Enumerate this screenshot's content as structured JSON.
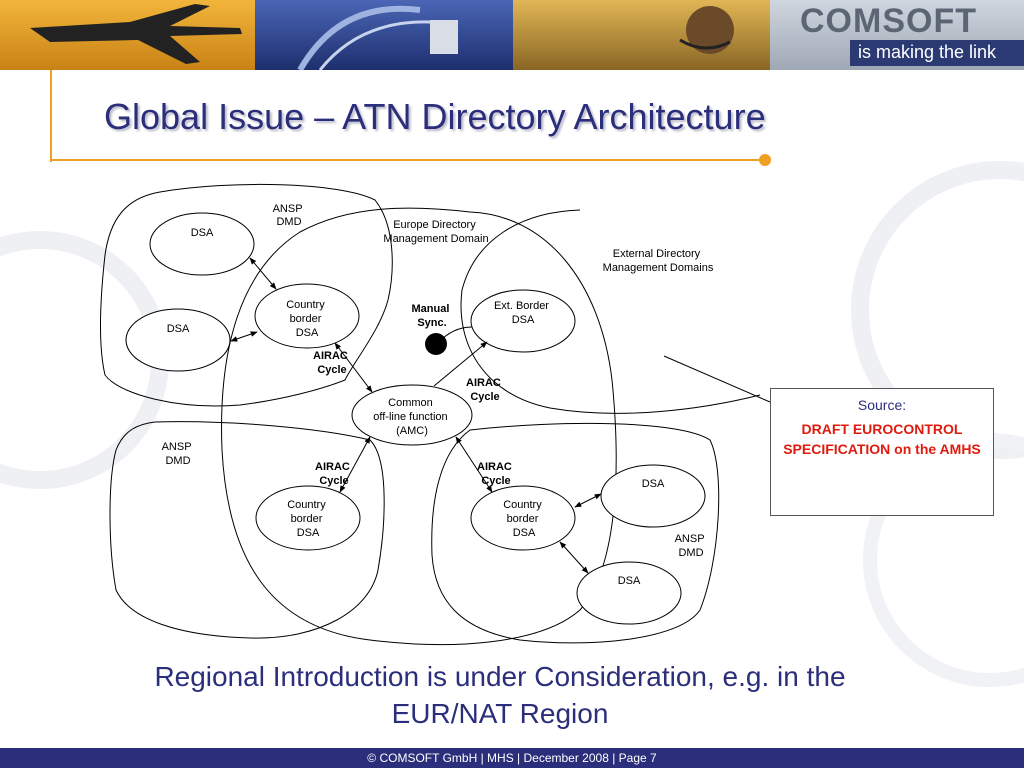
{
  "header": {
    "logo_text": "COMSOFT",
    "tagline": "is making the link"
  },
  "slide": {
    "title": "Global Issue – ATN Directory Architecture",
    "subtitle_line1": "Regional Introduction is under Consideration, e.g. in the",
    "subtitle_line2": "EUR/NAT Region"
  },
  "diagram": {
    "top_dmd_label": [
      "ANSP",
      "DMD"
    ],
    "left_dmd_label": [
      "ANSP",
      "DMD"
    ],
    "right_dmd_label": [
      "ANSP",
      "DMD"
    ],
    "europe_domain_label": [
      "Europe Directory",
      "Management Domain"
    ],
    "external_domain_label": [
      "External Directory",
      "Management Domains"
    ],
    "dsa_top_left": "DSA",
    "dsa_mid_left": "DSA",
    "dsa_right_upper": "DSA",
    "dsa_right_lower": "DSA",
    "cb_top": [
      "Country",
      "border",
      "DSA"
    ],
    "cb_bottom_left": [
      "Country",
      "border",
      "DSA"
    ],
    "cb_bottom_right": [
      "Country",
      "border",
      "DSA"
    ],
    "ext_border": [
      "Ext. Border",
      "DSA"
    ],
    "common": [
      "Common",
      "off-line function",
      "(AMC)"
    ],
    "manual_sync": [
      "Manual",
      "Sync."
    ],
    "airac_1": [
      "AIRAC",
      "Cycle"
    ],
    "airac_2": [
      "AIRAC",
      "Cycle"
    ],
    "airac_3": [
      "AIRAC",
      "Cycle"
    ],
    "airac_4": [
      "AIRAC",
      "Cycle"
    ]
  },
  "source": {
    "label": "Source:",
    "body": "DRAFT EUROCONTROL SPECIFICATION on the AMHS"
  },
  "footer": {
    "text": "© COMSOFT GmbH | MHS | December 2008 | Page 7"
  },
  "colors": {
    "accent_orange": "#f0a020",
    "title_blue": "#2b2e7a",
    "source_red": "#e01b0e"
  }
}
